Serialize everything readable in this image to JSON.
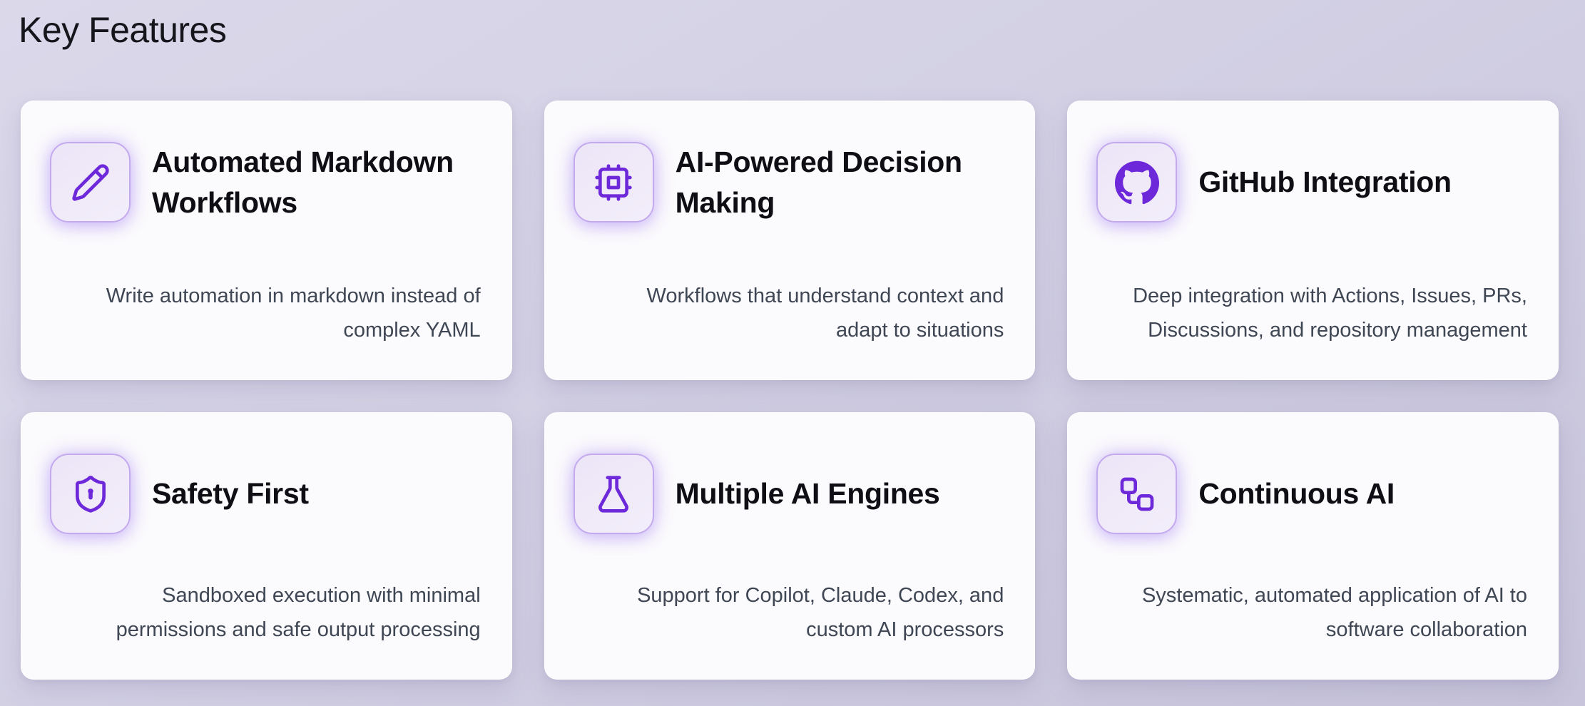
{
  "page": {
    "title": "Key Features"
  },
  "theme": {
    "colors": {
      "background_gradient_start": "#dbd8ea",
      "background_gradient_end": "#c7c4db",
      "card_background": "#fbfafc",
      "accent_purple": "#6d28d9",
      "icon_box_border": "#c3a9ee",
      "title_color": "#0e0e14",
      "description_color": "#3f4654"
    }
  },
  "cards": [
    {
      "icon": "pencil-icon",
      "title": "Automated Markdown\nWorkflows",
      "description": "Write automation in markdown instead of\ncomplex YAML"
    },
    {
      "icon": "cpu-icon",
      "title": "AI-Powered Decision\nMaking",
      "description": "Workflows that understand context and\nadapt to situations"
    },
    {
      "icon": "github-icon",
      "title": "GitHub Integration",
      "description": "Deep integration with Actions, Issues, PRs,\nDiscussions, and repository management"
    },
    {
      "icon": "shield-icon",
      "title": "Safety First",
      "description": "Sandboxed execution with minimal\npermissions and safe output processing"
    },
    {
      "icon": "flask-icon",
      "title": "Multiple AI Engines",
      "description": "Support for Copilot, Claude, Codex, and\ncustom AI processors"
    },
    {
      "icon": "workflow-icon",
      "title": "Continuous AI",
      "description": "Systematic, automated application of AI to\nsoftware collaboration"
    }
  ]
}
